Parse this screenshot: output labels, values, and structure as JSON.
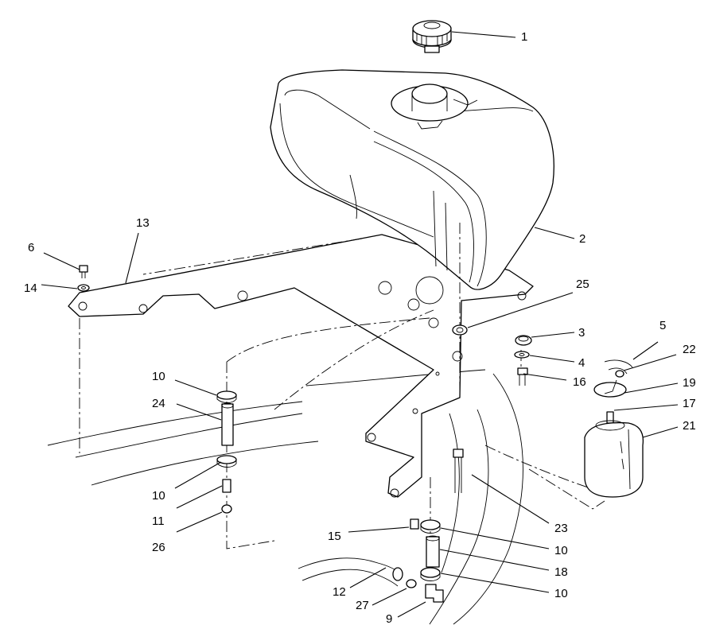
{
  "callouts": [
    {
      "id": "c1",
      "label": "1"
    },
    {
      "id": "c2",
      "label": "2"
    },
    {
      "id": "c3",
      "label": "3"
    },
    {
      "id": "c4",
      "label": "4"
    },
    {
      "id": "c5",
      "label": "5"
    },
    {
      "id": "c6",
      "label": "6"
    },
    {
      "id": "c9",
      "label": "9"
    },
    {
      "id": "c10a",
      "label": "10"
    },
    {
      "id": "c10b",
      "label": "10"
    },
    {
      "id": "c10c",
      "label": "10"
    },
    {
      "id": "c10d",
      "label": "10"
    },
    {
      "id": "c11",
      "label": "11"
    },
    {
      "id": "c12",
      "label": "12"
    },
    {
      "id": "c13",
      "label": "13"
    },
    {
      "id": "c14",
      "label": "14"
    },
    {
      "id": "c15",
      "label": "15"
    },
    {
      "id": "c16",
      "label": "16"
    },
    {
      "id": "c17",
      "label": "17"
    },
    {
      "id": "c18",
      "label": "18"
    },
    {
      "id": "c19",
      "label": "19"
    },
    {
      "id": "c21",
      "label": "21"
    },
    {
      "id": "c22",
      "label": "22"
    },
    {
      "id": "c23",
      "label": "23"
    },
    {
      "id": "c24",
      "label": "24"
    },
    {
      "id": "c25",
      "label": "25"
    },
    {
      "id": "c26",
      "label": "26"
    },
    {
      "id": "c27",
      "label": "27"
    }
  ]
}
